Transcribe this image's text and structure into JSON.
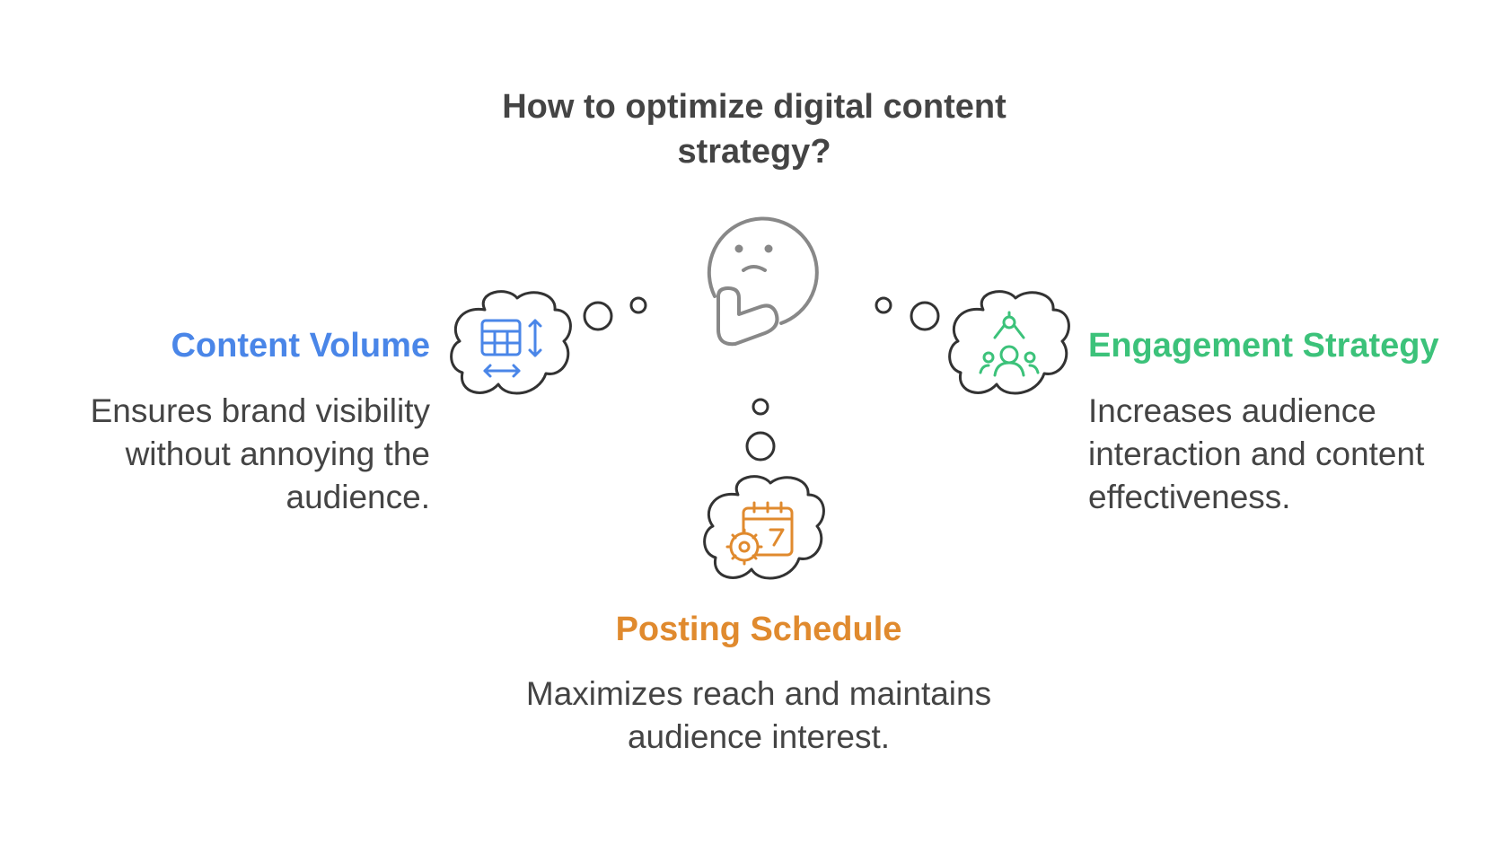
{
  "title": "How to optimize digital content strategy?",
  "colors": {
    "content_volume": "#4a86e8",
    "engagement_strategy": "#3cc27a",
    "posting_schedule": "#e08a2e",
    "outline": "#333333",
    "thinker": "#888888",
    "text": "#444444"
  },
  "center_icon": "thinking-face-icon",
  "nodes": [
    {
      "id": "content-volume",
      "heading": "Content Volume",
      "description": "Ensures brand visibility without annoying the audience.",
      "icon": "table-resize-icon",
      "color": "#4a86e8"
    },
    {
      "id": "engagement-strategy",
      "heading": "Engagement Strategy",
      "description": "Increases audience interaction and content effectiveness.",
      "icon": "audience-network-icon",
      "color": "#3cc27a"
    },
    {
      "id": "posting-schedule",
      "heading": "Posting Schedule",
      "description": "Maximizes reach and maintains audience interest.",
      "icon": "calendar-gear-icon",
      "color": "#e08a2e"
    }
  ]
}
